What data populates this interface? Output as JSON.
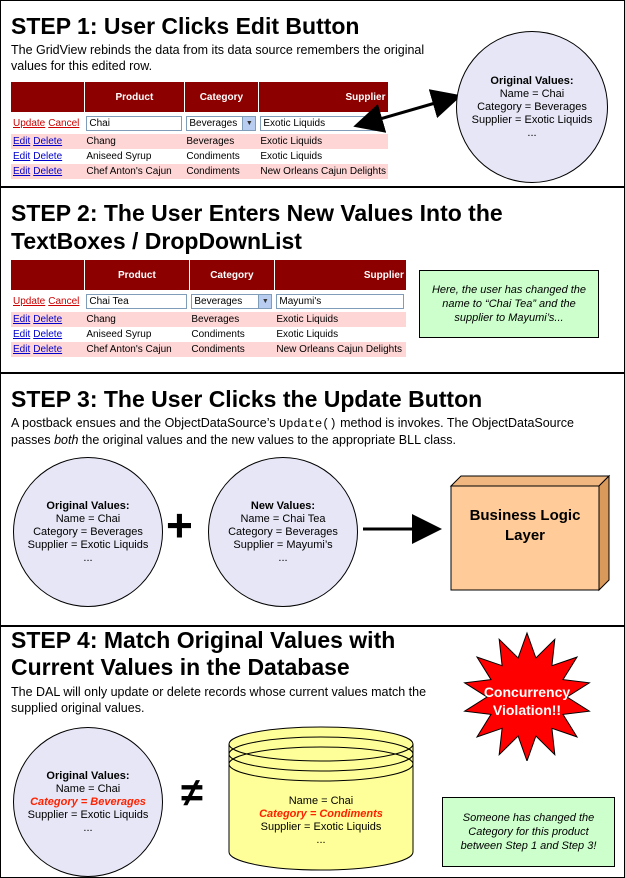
{
  "grid": {
    "headers": [
      "Product",
      "Category",
      "Supplier"
    ],
    "rows": [
      {
        "actions": [
          "Edit",
          "Delete"
        ],
        "product": "Chang",
        "category": "Beverages",
        "supplier": "Exotic Liquids"
      },
      {
        "actions": [
          "Edit",
          "Delete"
        ],
        "product": "Aniseed Syrup",
        "category": "Condiments",
        "supplier": "Exotic Liquids"
      },
      {
        "actions": [
          "Edit",
          "Delete"
        ],
        "product": "Chef Anton's Cajun",
        "category": "Condiments",
        "supplier": "New Orleans Cajun Delights"
      }
    ],
    "update_label": "Update",
    "cancel_label": "Cancel"
  },
  "step1": {
    "title": "STEP 1: User Clicks Edit Button",
    "desc": "The GridView rebinds the data from its data source remembers the original values for this edited row.",
    "edit_row": {
      "product": "Chai",
      "category": "Beverages",
      "supplier": "Exotic Liquids"
    },
    "circle": {
      "heading": "Original Values:",
      "lines": [
        "Name = Chai",
        "Category = Beverages",
        "Supplier = Exotic Liquids",
        "..."
      ]
    }
  },
  "step2": {
    "title_line1": "STEP 2: The User Enters New Values Into the",
    "title_line2": "TextBoxes / DropDownList",
    "edit_row": {
      "product": "Chai Tea",
      "category": "Beverages",
      "supplier": "Mayumi's"
    },
    "note": "Here, the user has changed the name to “Chai Tea” and the supplier to Mayumi’s..."
  },
  "step3": {
    "title": "STEP 3: The User Clicks the Update Button",
    "desc_a": "A postback ensues and the ObjectDataSource’s ",
    "desc_code": "Update()",
    "desc_b": " method is invokes. The ObjectDataSource passes ",
    "desc_em": "both",
    "desc_c": " the original values and the new values to the appropriate BLL class.",
    "orig": {
      "heading": "Original Values:",
      "lines": [
        "Name = Chai",
        "Category = Beverages",
        "Supplier = Exotic Liquids",
        "..."
      ]
    },
    "plus": "+",
    "new": {
      "heading": "New Values:",
      "lines": [
        "Name = Chai Tea",
        "Category = Beverages",
        "Supplier = Mayumi’s",
        "..."
      ]
    },
    "bll": "Business Logic Layer"
  },
  "step4": {
    "title_line1": "STEP 4: Match Original Values with",
    "title_line2": "Current Values in the Database",
    "desc": "The DAL will only update or delete records whose current values match the supplied original values.",
    "orig": {
      "heading": "Original Values:",
      "name": "Name = Chai",
      "category": "Category = Beverages",
      "supplier": "Supplier = Exotic Liquids",
      "more": "..."
    },
    "neq": "≠",
    "db": {
      "name": "Name = Chai",
      "category": "Category = Condiments",
      "supplier": "Supplier = Exotic Liquids",
      "more": "..."
    },
    "violation": "Concurrency Violation!!",
    "note": "Someone has changed the Category for this product between Step 1 and Step 3!"
  },
  "colors": {
    "grid_header": "#8c0000",
    "row_pink": "#ffd6d6",
    "circle": "#e6e6f6",
    "note": "#ccffcc",
    "bll": "#ffcc99",
    "db": "#ffff99",
    "violation": "#ff0000"
  }
}
